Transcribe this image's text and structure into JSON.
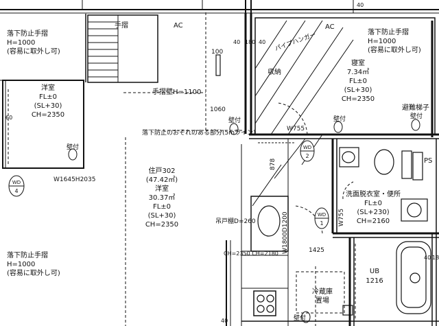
{
  "texts": {
    "rail_top_left_1": "落下防止手摺",
    "rail_top_left_2": "H=1000",
    "rail_top_left_3": "(容易に取外し可)",
    "rail_top_right_1": "落下防止手摺",
    "rail_top_right_2": "H=1000",
    "rail_top_right_3": "(容易に取外し可)",
    "rail_bottom_left_1": "落下防止手摺",
    "rail_bottom_left_2": "H=1000",
    "rail_bottom_left_3": "(容易に取外し可)",
    "stair_rail": "手摺",
    "ac_top_left": "AC",
    "ac_top_right": "AC",
    "wall_rail": "手摺壁H=1100",
    "dim_100": "100",
    "dim_1060": "1060",
    "dim_40": "40",
    "dim_180": "180",
    "dim_40b": "40",
    "pipe_hanger": "パイプハンガー",
    "storage": "収納",
    "western_room_title": "洋室",
    "western_room_fl": "FL±0",
    "western_room_sl": "(SL+30)",
    "western_room_ch": "CH=2350",
    "dim_60": "60",
    "bedroom_title": "寝室",
    "bedroom_area": "7.34㎡",
    "bedroom_fl": "FL±0",
    "bedroom_sl": "(SL+30)",
    "bedroom_ch": "CH=2350",
    "evac_ladder": "避難梯子",
    "wall_mount_1": "壁付",
    "wall_mount_2": "壁付",
    "wall_mount_3": "壁付",
    "wall_mount_4": "壁付",
    "wall_mount_5": "壁付",
    "fall_risk": "落下防止のおそれのある部分(5mライン)",
    "w755_top": "W755",
    "wd2_code": "WD",
    "wd2_num": "2",
    "wd4_code": "WD",
    "wd4_num": "4",
    "wd1_code": "WD",
    "wd1_num": "1",
    "window_1645": "W1645H2035",
    "dim_878": "878",
    "unit_title": "住戸302",
    "unit_area": "(47.42㎡)",
    "room2_title": "洋室",
    "room2_area": "30.37㎡",
    "room2_fl": "FL±0",
    "room2_sl": "(SL+30)",
    "room2_ch": "CH=2350",
    "hanging_shelf": "吊戸棚D=260",
    "window_1800": "W1800D1200",
    "w755_side": "W755",
    "washroom_title": "洗面脱衣室・便所",
    "washroom_fl": "FL±0",
    "washroom_sl": "(SL+230)",
    "washroom_ch": "CH=2160",
    "ps": "PS",
    "dim_1425": "1425",
    "ch_line": "CH=2350 CH=2180",
    "ub": "UB",
    "ub_size": "1216",
    "fridge_1": "冷蔵庫",
    "fridge_2": "置場",
    "dim_40c": "40",
    "dim_18": "18",
    "dim_40d": "40",
    "dim_40e": "40"
  }
}
